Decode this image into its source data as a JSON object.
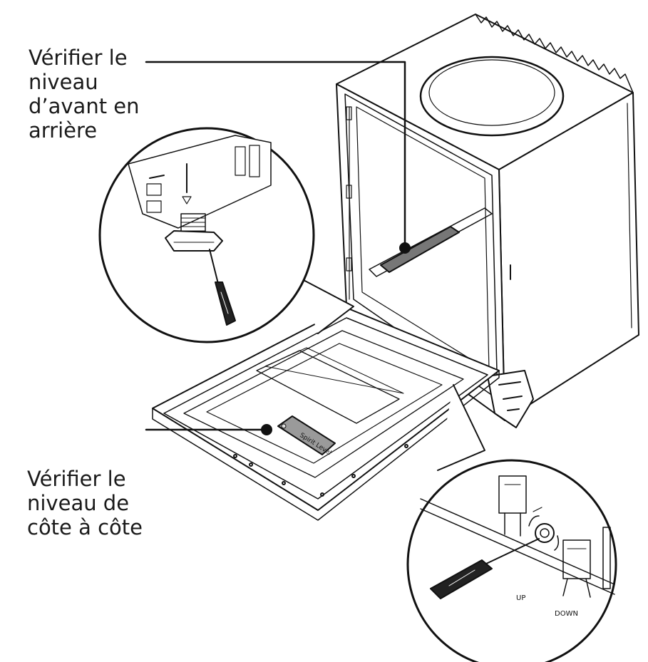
{
  "callouts": {
    "front_to_back": {
      "lines": [
        "Vérifier le",
        "niveau",
        "d’avant en",
        "arrière"
      ]
    },
    "side_to_side": {
      "lines": [
        "Vérifier le",
        "niveau de",
        "côte à côte"
      ]
    }
  },
  "labels": {
    "spirit_level": "Spirit Level",
    "up": "UP",
    "down": "DOWN"
  }
}
